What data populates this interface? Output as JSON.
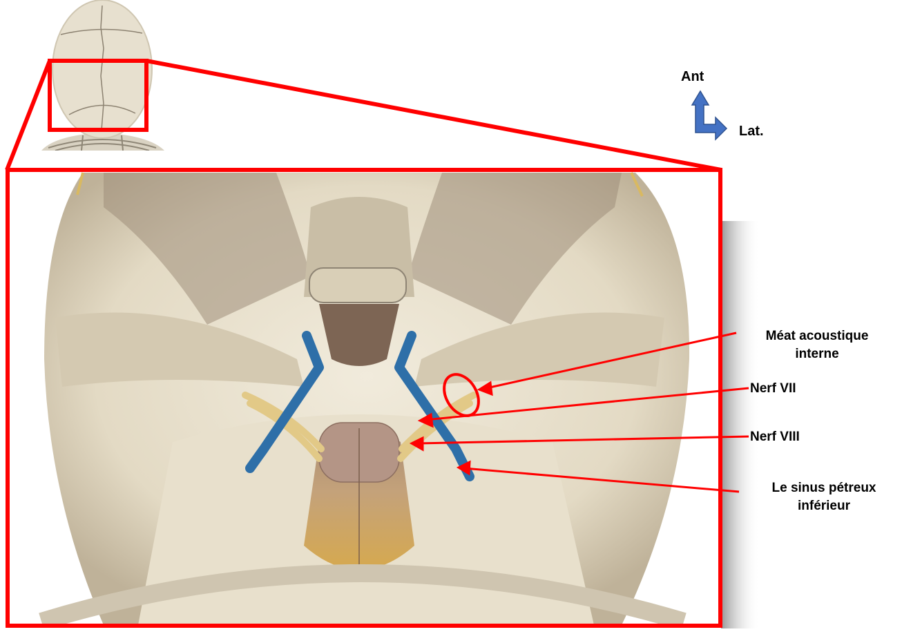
{
  "orientation": {
    "anterior": "Ant",
    "lateral": "Lat."
  },
  "labels": {
    "meatus_line1": "Méat acoustique",
    "meatus_line2": "interne",
    "nerve_vii": "Nerf VII",
    "nerve_viii": "Nerf VIII",
    "sinus_line1": "Le sinus pétreux",
    "sinus_line2": "inférieur"
  },
  "colors": {
    "highlight": "#ff0000",
    "bone": "#e6dfcc",
    "bone_shadow": "#b7ab92",
    "nerve": "#e0c78a",
    "sinus": "#2e6fa8",
    "brainstem": "#b9966f",
    "arrow_blue": "#4472c4"
  }
}
